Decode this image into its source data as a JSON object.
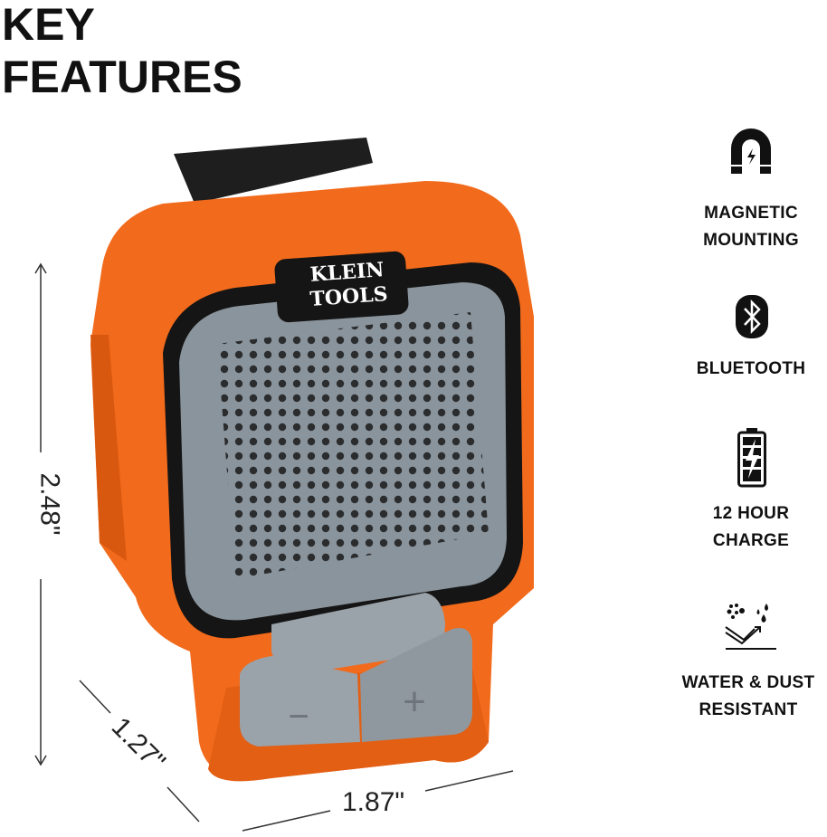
{
  "header": {
    "line1": "KEY",
    "line2": "FEATURES"
  },
  "product": {
    "brand_line1": "KLEIN",
    "brand_line2": "TOOLS",
    "body_color": "#f26a1b",
    "grille_color": "#8a949c"
  },
  "dimensions": {
    "height": "2.48\"",
    "depth": "1.27\"",
    "width": "1.87\""
  },
  "features": [
    {
      "icon": "magnet-icon",
      "line1": "MAGNETIC",
      "line2": "MOUNTING"
    },
    {
      "icon": "bluetooth-icon",
      "line1": "BLUETOOTH",
      "line2": ""
    },
    {
      "icon": "battery-charge-icon",
      "line1": "12 HOUR",
      "line2": "CHARGE"
    },
    {
      "icon": "water-dust-icon",
      "line1": "WATER & DUST",
      "line2": "RESISTANT"
    }
  ]
}
